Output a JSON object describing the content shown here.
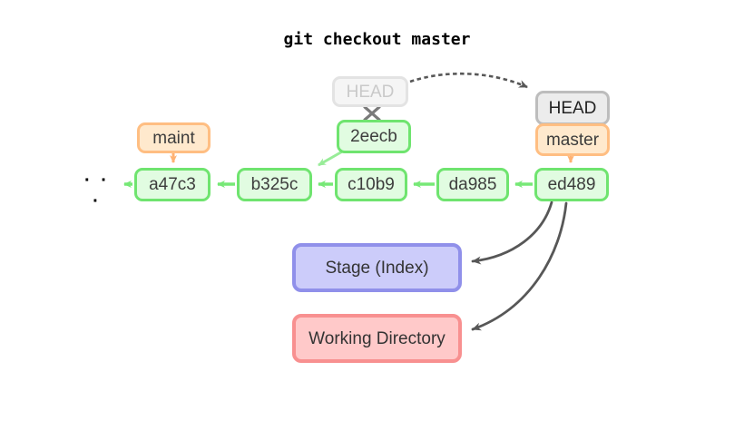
{
  "title": "git checkout master",
  "graph": {
    "ellipsis": "· · ·",
    "commits": [
      "a47c3",
      "b325c",
      "c10b9",
      "da985",
      "ed489"
    ],
    "detached_commit": "2eecb",
    "old_head_label": "HEAD",
    "new_head_label": "HEAD",
    "maint_branch_label": "maint",
    "master_branch_label": "master"
  },
  "areas": {
    "stage_label": "Stage (Index)",
    "working_label": "Working Directory"
  },
  "colors": {
    "commit_border": "#6fe46f",
    "commit_fill": "#e1fce1",
    "branch_border": "#ffbe82",
    "branch_fill": "#ffe9cd",
    "head_border": "#bdbdbd",
    "head_fill": "#ececec",
    "faded_head_border": "#e3e3e3",
    "faded_head_fill": "#f5f5f5",
    "faded_head_text": "#c9c9c9",
    "stage_border": "#9090ea",
    "stage_fill": "#ccccfa",
    "working_border": "#f89090",
    "working_fill": "#ffc9c9",
    "green_arrow": "#77e877",
    "orange_arrow": "#ffb273",
    "dark_arrow": "#575757",
    "cross_mark": "#7a7a7a"
  }
}
